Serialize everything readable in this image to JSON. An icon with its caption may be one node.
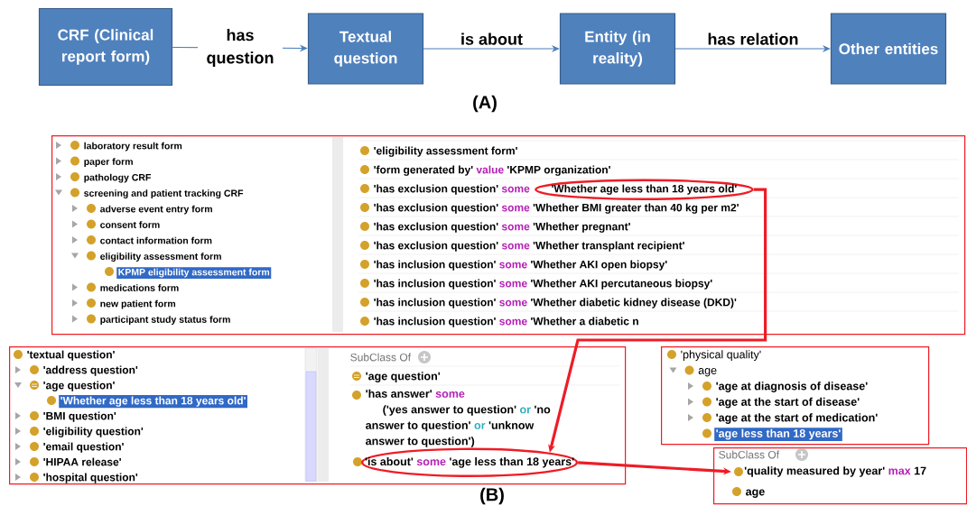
{
  "diagram": {
    "nodes": [
      {
        "text": [
          "CRF (Clinical report form)"
        ]
      },
      {
        "text": [
          "Textual question"
        ]
      },
      {
        "text": [
          "Entity (in reality)"
        ]
      },
      {
        "text": [
          "Other entities"
        ]
      },
      {
        "text": [
          "laboratory result form",
          "paper form",
          "pathology CRF",
          "screening and patient tracking CRF",
          "adverse event entry form",
          "consent form",
          "contact information form",
          "eligibility assessment form",
          "KPMP eligibility assessment form",
          "medications form",
          "new patient form",
          "participant study status form",
          "'eligibility assessment form'",
          "'form generated by'",
          "value",
          "'KPMP organization'",
          "'has exclusion question'",
          "some",
          "'has exclusion question'",
          "some",
          "'Whether BMI greater than 40 kg per m2'",
          "'has exclusion question'",
          "some",
          "'Whether pregnant'",
          "'has exclusion question'",
          "some",
          "'Whether transplant recipient'",
          "'has inclusion question'",
          "some",
          "'Whether AKI open biopsy'",
          "'has inclusion question'",
          "some",
          "'Whether AKI percutaneous biopsy'",
          "'has inclusion question'",
          "some",
          "'Whether diabetic kidney disease (DKD)'",
          "'has inclusion question'",
          "some",
          "'Whether a diabetic n"
        ]
      },
      {
        "text": [
          "'Whether age less than 18 years old'"
        ],
        "in": 4
      },
      {
        "text": [
          "'textual question'",
          "'address question'",
          "'age question'",
          "'Whether age less than 18 years old'",
          "'BMI question'",
          "'eligibility question'",
          "'email question'",
          "'HIPAA release'",
          "'hospital question'",
          "SubClass Of",
          "'age question'",
          "'has answer'",
          "some",
          "('yes answer to question'",
          "or",
          "'no",
          "answer to question'",
          "or",
          "'unknow",
          "answer to question')"
        ]
      },
      {
        "text": [
          "'is about'",
          "some",
          "'age less than 18 years'"
        ],
        "in": 6
      },
      {
        "text": [
          "'physical quality'",
          "age",
          "'age at diagnosis of disease'",
          "'age at the start of disease'",
          "'age at the start of medication'",
          "'age less than 18 years'"
        ]
      },
      {
        "text": [
          "SubClass Of",
          "age"
        ]
      },
      {
        "text": [
          "'quality measured by year'",
          "max",
          "17"
        ],
        "in": 9
      }
    ],
    "edges": [
      {
        "from": 0,
        "to": 1,
        "arrow": "to",
        "label": "has question"
      },
      {
        "from": 1,
        "to": 2,
        "arrow": "to",
        "label": "is about"
      },
      {
        "from": 2,
        "to": 3,
        "arrow": "to",
        "label": "has relation"
      },
      {
        "from": 5,
        "to": 7,
        "arrow": "to",
        "style": "thick",
        "color": "#ee1c25"
      },
      {
        "from": 7,
        "to": 10,
        "arrow": "to",
        "style": "thick",
        "color": "#ee1c25"
      }
    ],
    "labels": [
      "(A)",
      "(B)"
    ]
  }
}
